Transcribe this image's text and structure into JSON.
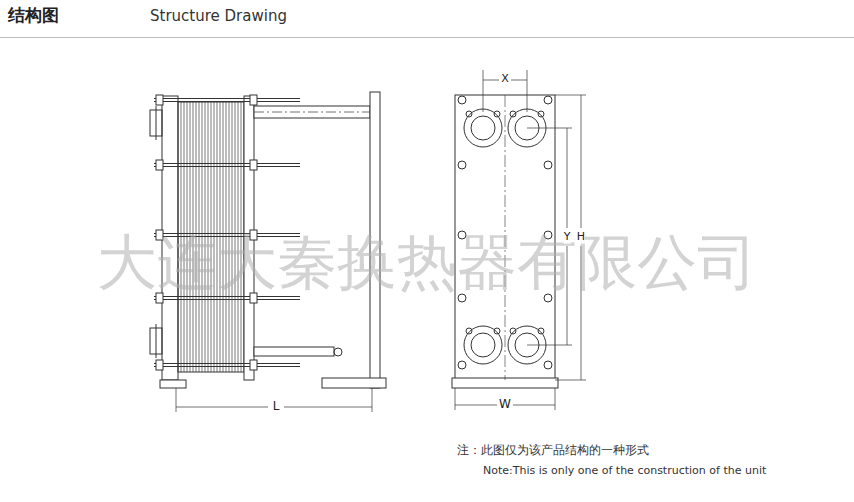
{
  "diagram": {
    "title": "结构图",
    "labels": [
      "Structure Drawing",
      "大连大秦换热器有限公司",
      "L",
      "X",
      "W",
      "Y",
      "H",
      "注：此图仅为该产品结构的一种形式",
      "Note:This is only one of the construction of the unit"
    ]
  }
}
